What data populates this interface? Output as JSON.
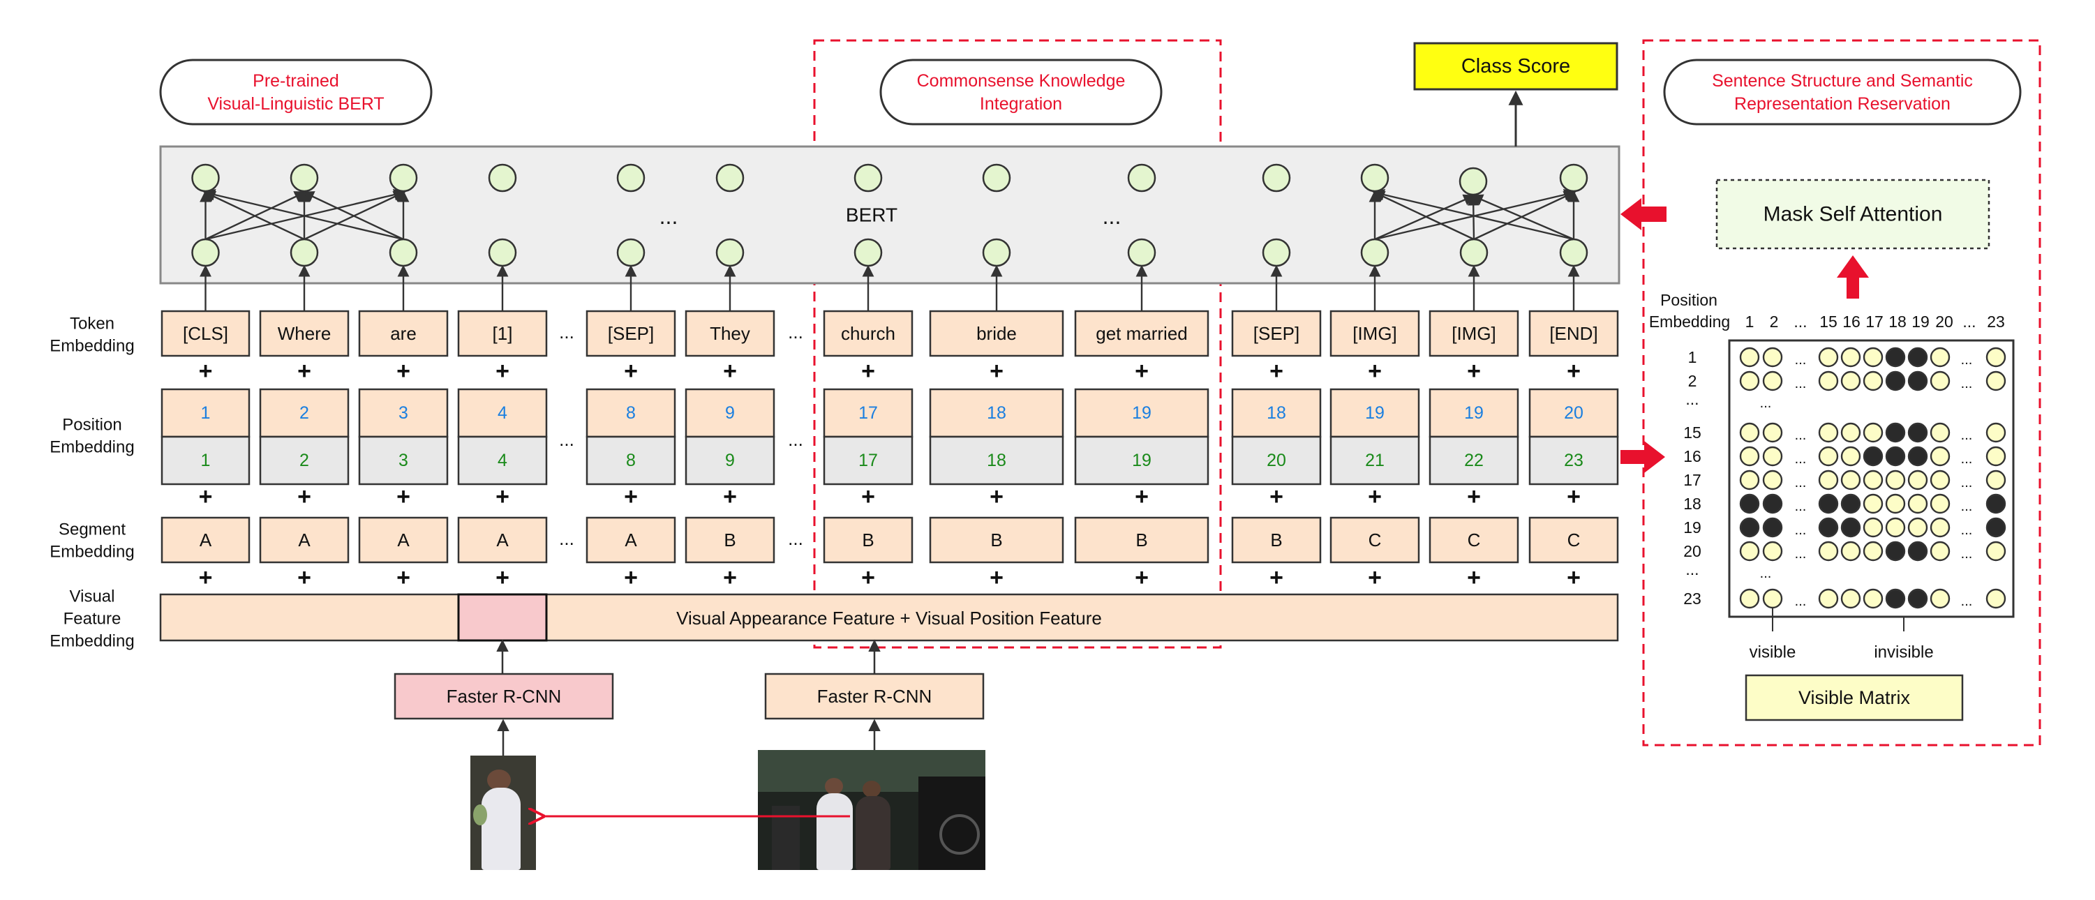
{
  "colors": {
    "red": "#e8112d",
    "peach": "#fde3cc",
    "pink": "#f8c9cc",
    "gray_panel": "#eeeeee",
    "node": "#e4f5cf",
    "yellow": "#ffff11",
    "light_yellow": "#fdfdc7",
    "blue_num": "#1a7fe0",
    "green_num": "#1a8a1a",
    "purple": "#5b2bd6"
  },
  "titles": {
    "pretrained_line1": "Pre-trained",
    "pretrained_line2": "Visual-Linguistic BERT",
    "commonsense_line1": "Commonsense Knowledge",
    "commonsense_line2": "Integration",
    "sentence_line1": "Sentence Structure and Semantic",
    "sentence_line2": "Representation Reservation",
    "class_score": "Class Score",
    "bert": "BERT",
    "mask_attention": "Mask Self Attention",
    "visible_matrix": "Visible Matrix"
  },
  "row_labels": {
    "token": [
      "Token",
      "Embedding"
    ],
    "position": [
      "Position",
      "Embedding"
    ],
    "segment": [
      "Segment",
      "Embedding"
    ],
    "visual": [
      "Visual",
      "Feature",
      "Embedding"
    ]
  },
  "ellipsis": "...",
  "tokens": [
    "[CLS]",
    "Where",
    "are",
    "[1]",
    "[SEP]",
    "They",
    "church",
    "bride",
    "get married",
    "[SEP]",
    "[IMG]",
    "[IMG]",
    "[END]"
  ],
  "position_top": [
    "1",
    "2",
    "3",
    "4",
    "8",
    "9",
    "17",
    "18",
    "19",
    "18",
    "19",
    "19",
    "20"
  ],
  "position_bottom": [
    "1",
    "2",
    "3",
    "4",
    "8",
    "9",
    "17",
    "18",
    "19",
    "20",
    "21",
    "22",
    "23"
  ],
  "segments": [
    "A",
    "A",
    "A",
    "A",
    "A",
    "B",
    "B",
    "B",
    "B",
    "B",
    "C",
    "C",
    "C"
  ],
  "visual_feature": "Visual Appearance Feature + Visual Position Feature",
  "faster_rcnn": "Faster R-CNN",
  "matrix": {
    "header_label_1": "Position",
    "header_label_2": "Embedding",
    "col_labels": [
      "1",
      "2",
      "...",
      "15",
      "16",
      "17",
      "18",
      "19",
      "20",
      "...",
      "23"
    ],
    "row_labels": [
      "1",
      "2",
      "...",
      "15",
      "16",
      "17",
      "18",
      "19",
      "20",
      "...",
      "23"
    ],
    "rows": [
      "oo.oooxxo.o",
      "oo.oooxxo.o",
      "...........",
      "oo.oooxxo.o",
      "oo.ooxxxo.o",
      "oo.oooooo.o",
      "xx.xxoooo.x",
      "xx.xxoooo.x",
      "oo.oooxxo.o",
      "...........",
      "oo.oooxxo.o"
    ],
    "visible_label": "visible",
    "invisible_label": "invisible"
  }
}
